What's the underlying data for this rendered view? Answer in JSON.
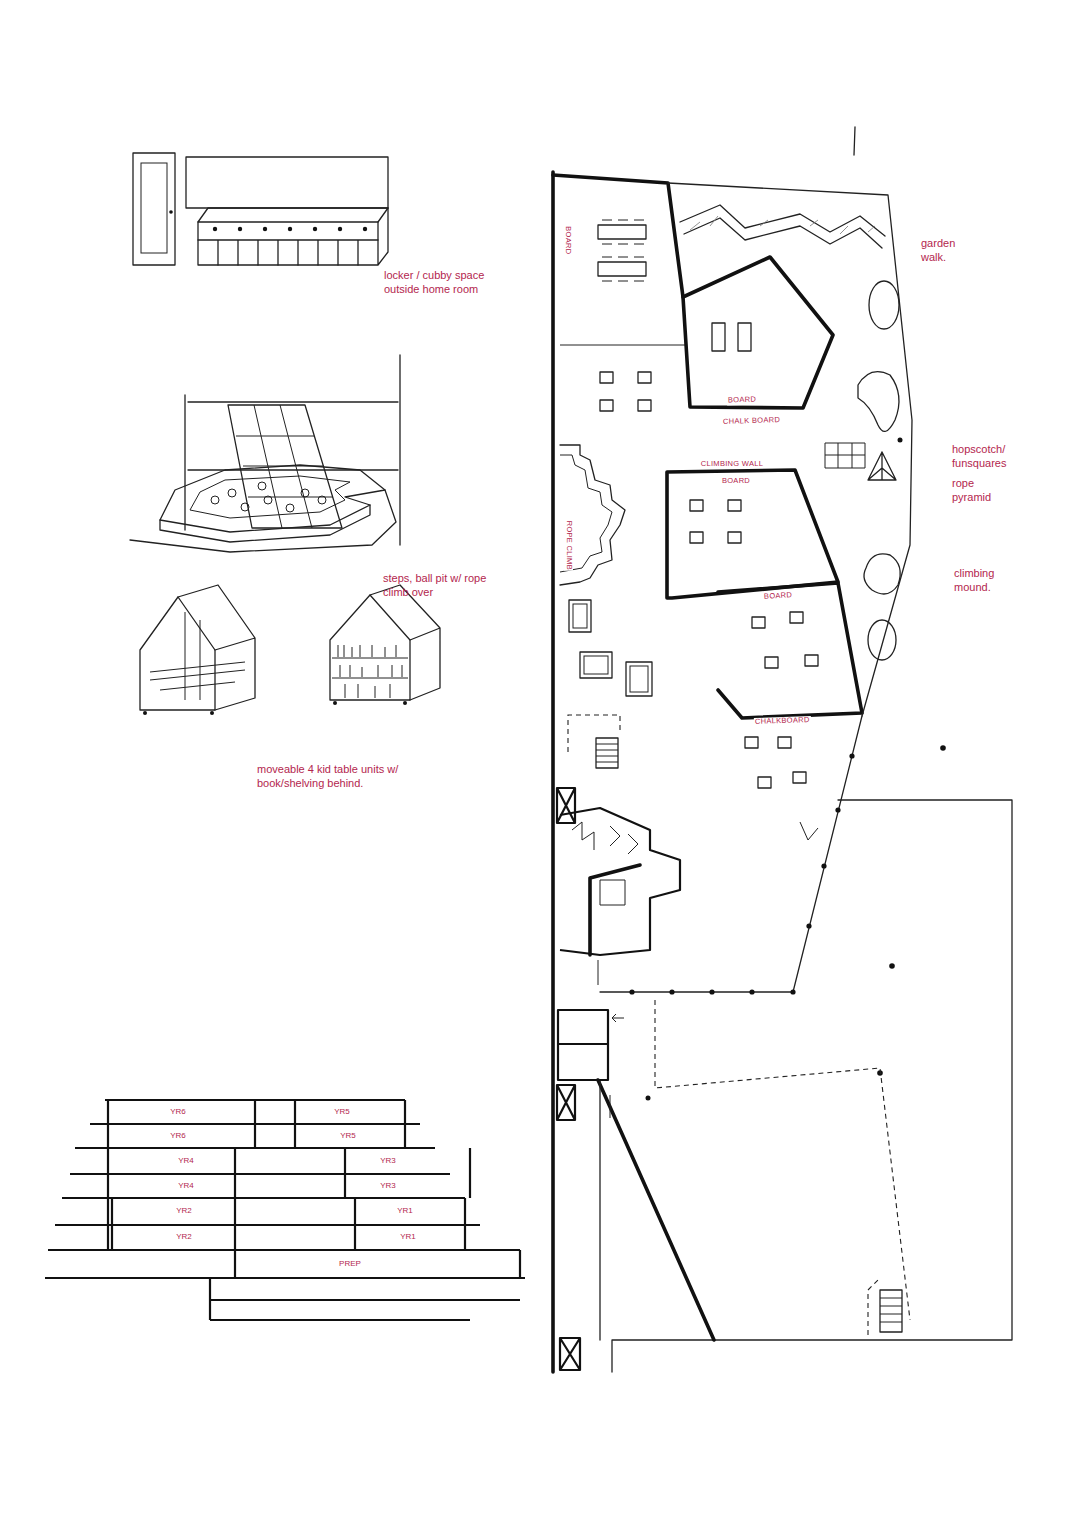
{
  "diagram": {
    "labels": [
      "locker / cubby space outside home room",
      "steps, ball pit w/ rope climb over",
      "moveable 4 kid table units w/ book/shelving behind.",
      "BOARD",
      "garden walk.",
      "BOARD",
      "CHALK BOARD",
      "hopscotch/ funsquares",
      "CLIMBING WALL",
      "BOARD",
      "rope pyramid",
      "ROPE CLIMB",
      "climbing mound.",
      "BOARD",
      "CHALKBOARD",
      "YR6",
      "YR5",
      "YR6",
      "YR5",
      "YR4",
      "YR3",
      "YR4",
      "YR3",
      "YR2",
      "YR1",
      "YR2",
      "YR1",
      "PREP"
    ]
  }
}
